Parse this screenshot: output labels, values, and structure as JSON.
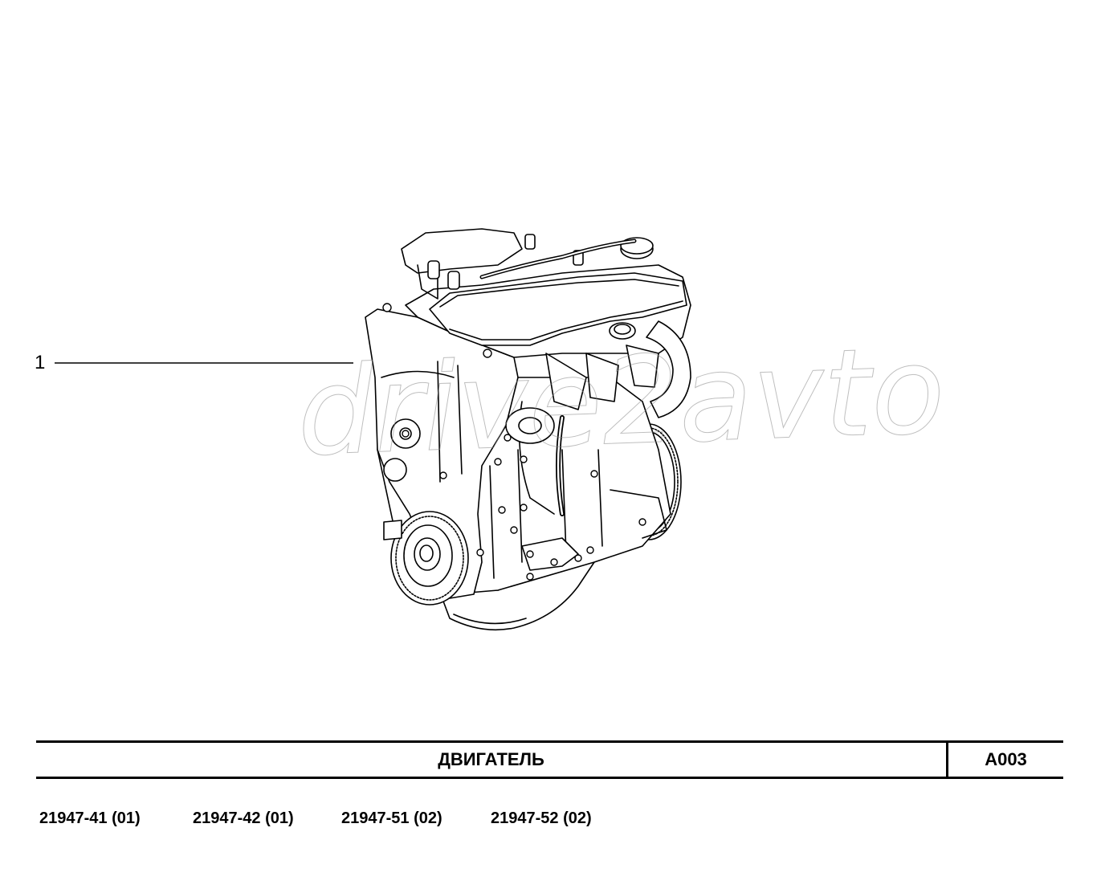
{
  "callouts": [
    {
      "label": "1"
    }
  ],
  "watermark": "drive2avto",
  "title_block": {
    "title": "ДВИГАТЕЛЬ",
    "code": "A003"
  },
  "models": [
    "21947-41 (01)",
    "21947-42 (01)",
    "21947-51 (02)",
    "21947-52 (02)"
  ]
}
